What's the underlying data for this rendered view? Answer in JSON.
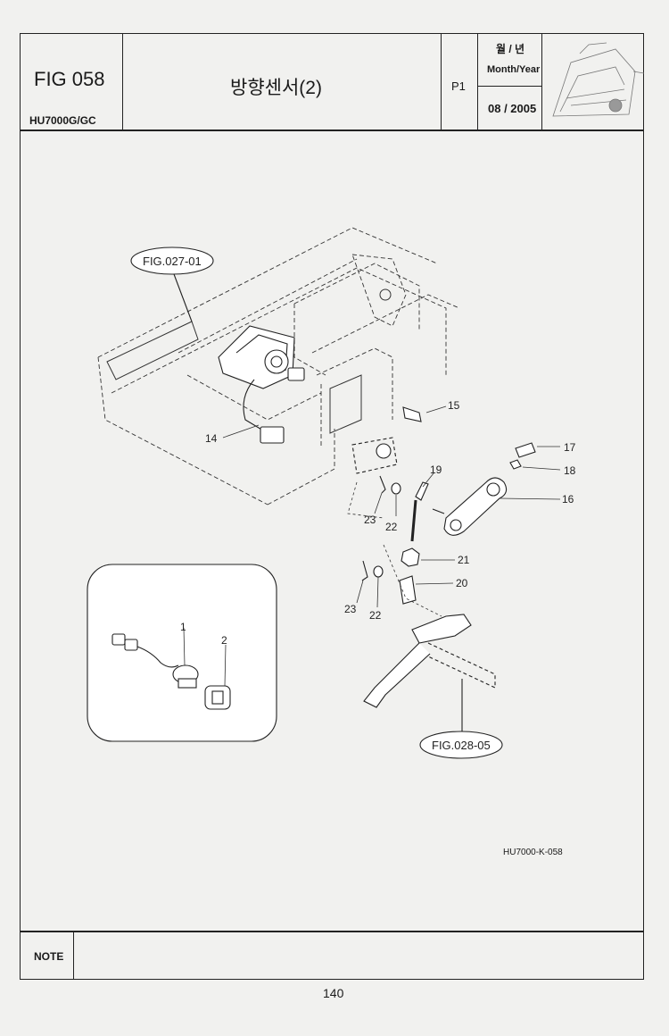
{
  "header": {
    "figure_number": "FIG 058",
    "model": "HU7000G/GC",
    "title": "방향센서(2)",
    "page_label": "P1",
    "month_year_label_ko": "월 / 년",
    "month_year_label_en": "Month/Year",
    "month_year_value": "08 / 2005"
  },
  "drawing": {
    "references": [
      "FIG.027-01",
      "FIG.028-05"
    ],
    "callouts": [
      "15",
      "17",
      "18",
      "16",
      "19",
      "14",
      "23",
      "22",
      "21",
      "20",
      "23",
      "22",
      "1",
      "2"
    ],
    "drawing_code": "HU7000-K-058"
  },
  "footer": {
    "note_label": "NOTE",
    "page_number": "140"
  }
}
